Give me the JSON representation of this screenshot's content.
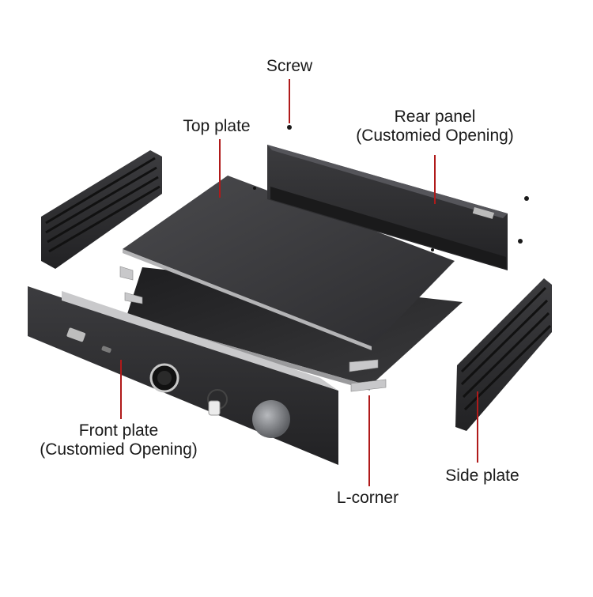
{
  "diagram": {
    "labels": {
      "screw": "Screw",
      "top_plate": "Top plate",
      "rear_panel_line1": "Rear panel",
      "rear_panel_line2": "(Customied Opening)",
      "front_plate_line1": "Front plate",
      "front_plate_line2": "(Customied Opening)",
      "side_plate": "Side plate",
      "l_corner": "L-corner"
    },
    "colors": {
      "leader_line": "#b01a1a",
      "panel_dark": "#2a2a2c",
      "panel_mid": "#3a3a3d",
      "knob_silver": "#8a8c90"
    },
    "parts": [
      "screw-icon",
      "top-plate",
      "bottom-plate",
      "rear-panel",
      "front-plate",
      "left-side-plate",
      "right-side-plate",
      "l-corner-bracket"
    ]
  }
}
